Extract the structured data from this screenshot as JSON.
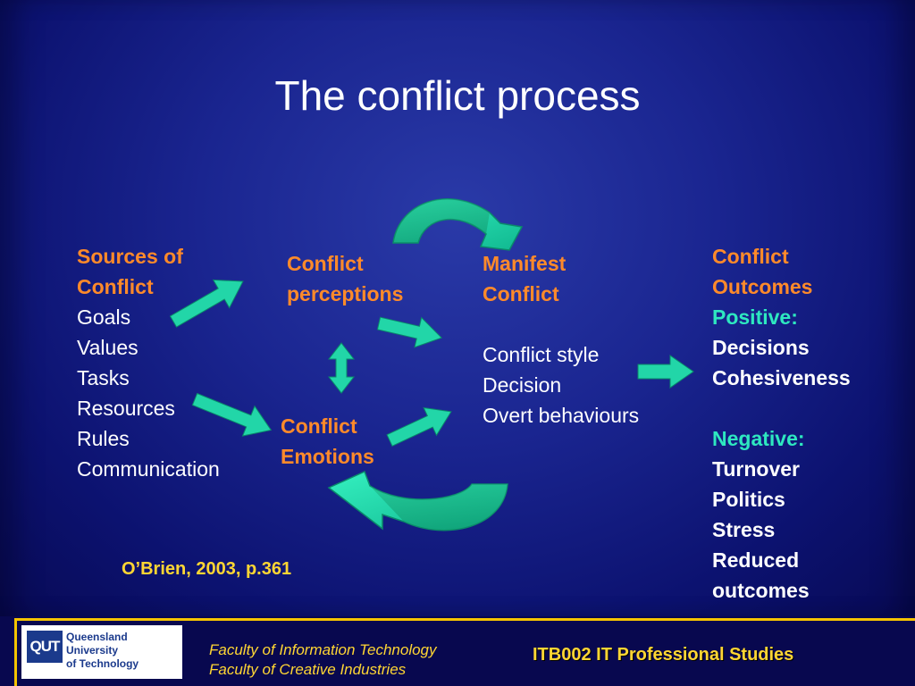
{
  "slide": {
    "title": "The conflict process"
  },
  "sources": {
    "heading_line1": "Sources of",
    "heading_line2": "Conflict",
    "items": [
      "Goals",
      "Values",
      "Tasks",
      "Resources",
      "Rules",
      "Communication"
    ]
  },
  "perceptions": {
    "line1": "Conflict",
    "line2": "perceptions"
  },
  "emotions": {
    "line1": "Conflict",
    "line2": "Emotions"
  },
  "manifest": {
    "heading_line1": "Manifest",
    "heading_line2": "Conflict",
    "items": [
      "Conflict style",
      "Decision",
      "Overt behaviours"
    ]
  },
  "outcomes": {
    "heading_line1": "Conflict",
    "heading_line2": "Outcomes",
    "positive_label": "Positive:",
    "positive_items": [
      "Decisions",
      "Cohesiveness"
    ],
    "negative_label": "Negative:",
    "negative_items": [
      "Turnover",
      "Politics",
      "Stress",
      "Reduced",
      "outcomes"
    ]
  },
  "citation": "O’Brien, 2003, p.361",
  "footer": {
    "logo_mark": "QUT",
    "logo_lines": [
      "Queensland",
      "University",
      "of Technology"
    ],
    "faculty_line1": "Faculty of Information Technology",
    "faculty_line2": "Faculty of Creative Industries",
    "course": "ITB002 IT Professional Studies"
  },
  "colors": {
    "heading_orange": "#ff8a2a",
    "label_teal": "#2ee8c0",
    "arrow_fill": "#22d6a8",
    "footer_yellow": "#ffd633"
  }
}
